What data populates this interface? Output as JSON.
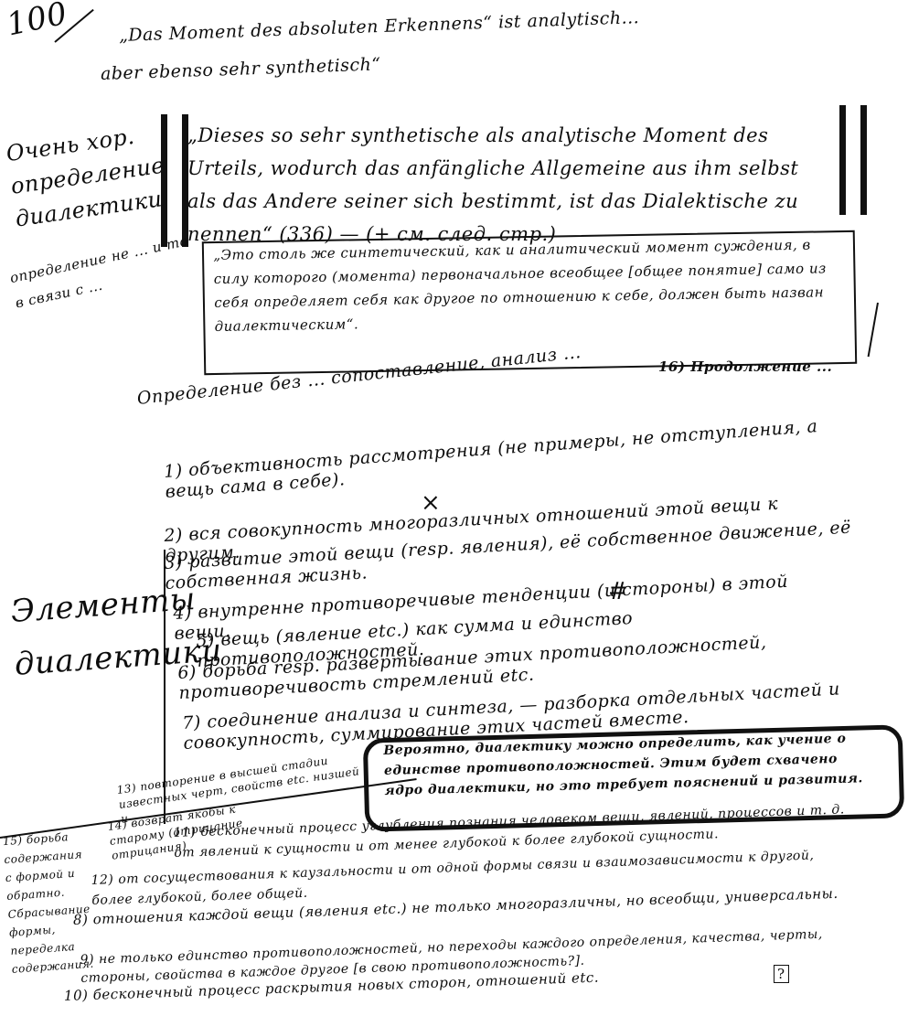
{
  "page": {
    "page_number": "100",
    "header_line_1": "„Das Moment des absoluten Erkennens“ ist analytisch...",
    "header_line_2": "aber ebenso sehr synthetisch“",
    "sidebar_left_1": "Очень хор. определение диалектики",
    "quote_box_de": "„Dieses so sehr synthetische als analytische Moment des Urteils, wodurch das anfängliche Allgemeine aus ihm selbst als das Andere seiner sich bestimmt, ist das Dialektische zu nennen“ (336) — (+ см. след. стр.)",
    "quote_box_ru": "„Это столь же синтетический, как и аналитический момент суждения, в силу которого (момента) первоначальное всеобщее [общее понятие] само из себя определяет себя как другое по отношению к себе, должен быть назван диалектическим“.",
    "margin_note_left": "определение не ... и то в связи с ...",
    "note_right_16": "16) Продолжение ...",
    "sidebar_left_2": "Элементы диалектики",
    "items_intro": "Определение без ... сопоставление, анализ ...",
    "list_items": [
      "1) объективность рассмотрения (не примеры, не отступления, а вещь сама в себе).",
      "2) вся совокупность многоразличных отношений этой вещи к другим.",
      "3) развитие этой вещи (resp. явления), её собственное движение, её собственная жизнь.",
      "4) внутренне противоречивые тенденции (и стороны) в этой вещи.",
      "5) вещь (явление etc.) как сумма и единство противоположностей.",
      "6) борьба resp. развертывание этих противоположностей, противоречивость стремлений etc.",
      "7) соединение анализа и синтеза, — разборка отдельных частей и совокупность, суммирование этих частей вместе.",
      "8) отношения каждой вещи (явления etc.) не только многоразличны, но всеобщи, универсальны.",
      "9) не только единство противоположностей, но переходы каждого определения, качества, черты, стороны, свойства в каждое другое [в свою противоположность?].",
      "10) бесконечный процесс раскрытия новых сторон, отношений etc."
    ],
    "boxed_note": "Вероятно, диалектику можно определить, как учение о единстве противоположностей. Этим будет схвачено ядро диалектики, но это требует пояснений и развития.",
    "item_11": "11) бесконечный процесс углубления познания человеком вещи, явлений, процессов и т. д. от явлений к сущности и от менее глубокой к более глубокой сущности.",
    "item_12": "12) от сосуществования к каузальности и от одной формы связи и взаимозависимости к другой, более глубокой, более общей.",
    "item_13": "13) повторение в высшей стадии известных черт, свойств etc. низшей и",
    "item_14": "14) возврат якобы к старому (отрицание отрицания)",
    "item_15": "15) борьба содержания с формой и обратно. Сбрасывание формы, переделка содержания.",
    "marker_x": "×",
    "marker_hash": "#",
    "marker_q": "?"
  },
  "colors": {
    "ink": "#111111",
    "paper": "#ffffff"
  }
}
